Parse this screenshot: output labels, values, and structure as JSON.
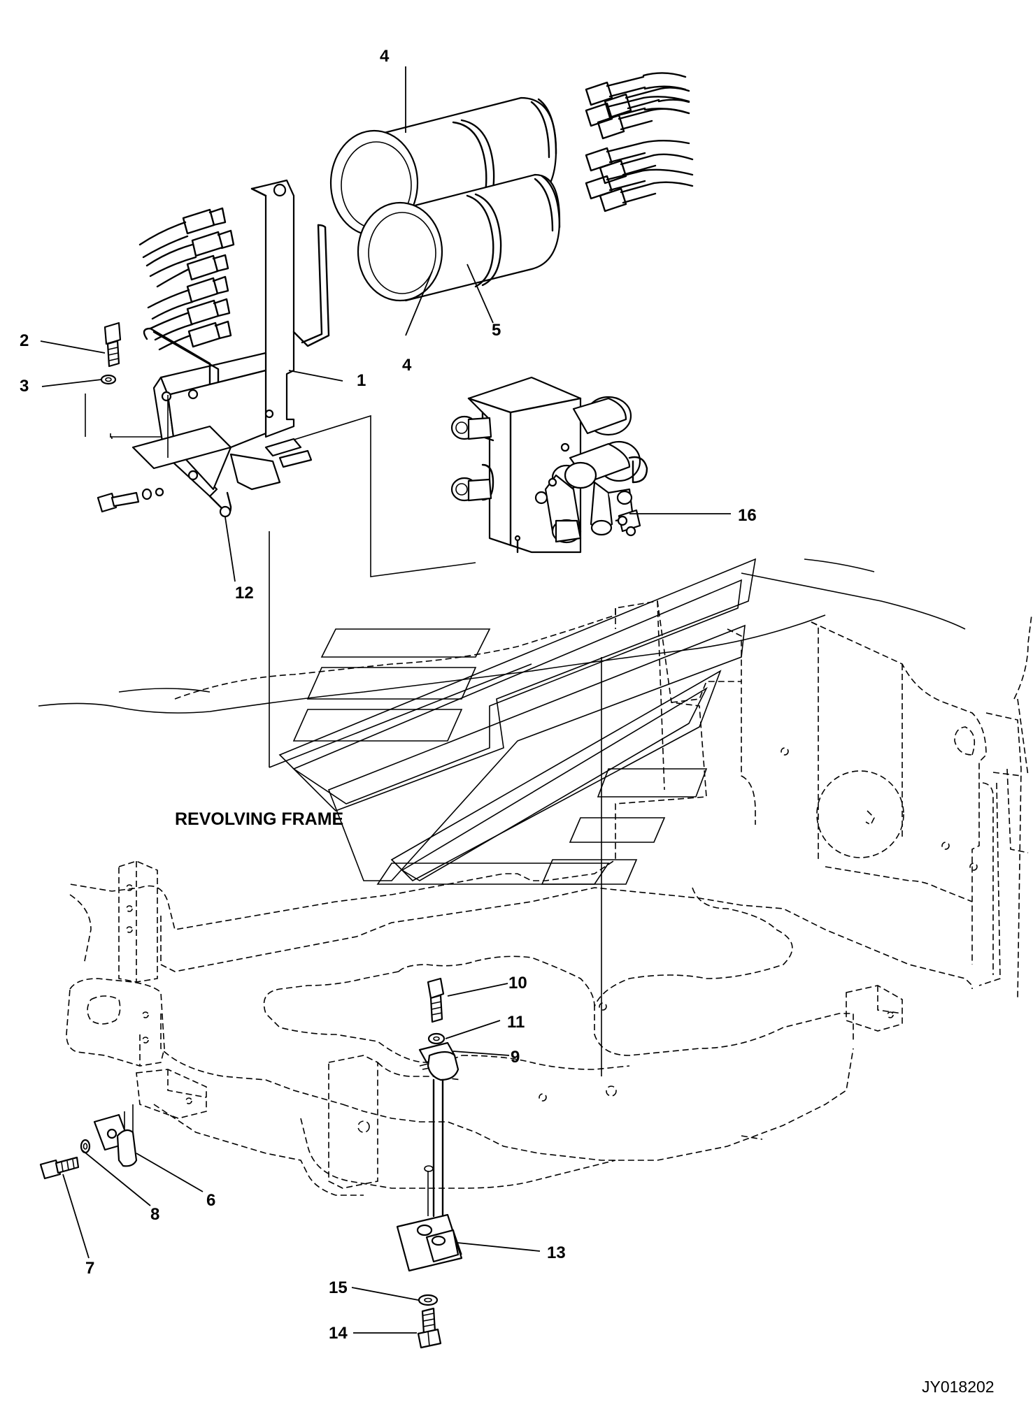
{
  "diagram": {
    "frame_label": "REVOLVING FRAME",
    "drawing_number": "JY018202",
    "callouts": [
      {
        "id": "c1",
        "label": "1"
      },
      {
        "id": "c2",
        "label": "2"
      },
      {
        "id": "c3",
        "label": "3"
      },
      {
        "id": "c4a",
        "label": "4"
      },
      {
        "id": "c4b",
        "label": "4"
      },
      {
        "id": "c5",
        "label": "5"
      },
      {
        "id": "c6",
        "label": "6"
      },
      {
        "id": "c7",
        "label": "7"
      },
      {
        "id": "c8",
        "label": "8"
      },
      {
        "id": "c9",
        "label": "9"
      },
      {
        "id": "c10",
        "label": "10"
      },
      {
        "id": "c11",
        "label": "11"
      },
      {
        "id": "c12",
        "label": "12"
      },
      {
        "id": "c13",
        "label": "13"
      },
      {
        "id": "c14",
        "label": "14"
      },
      {
        "id": "c15",
        "label": "15"
      },
      {
        "id": "c16",
        "label": "16"
      }
    ],
    "icons": [
      "accumulator-icon",
      "bracket-icon",
      "bolt-icon",
      "washer-icon",
      "valve-block-icon",
      "hose-fitting-icon",
      "clamp-icon",
      "plate-icon",
      "revolving-frame-icon",
      "watermark-logo"
    ]
  }
}
